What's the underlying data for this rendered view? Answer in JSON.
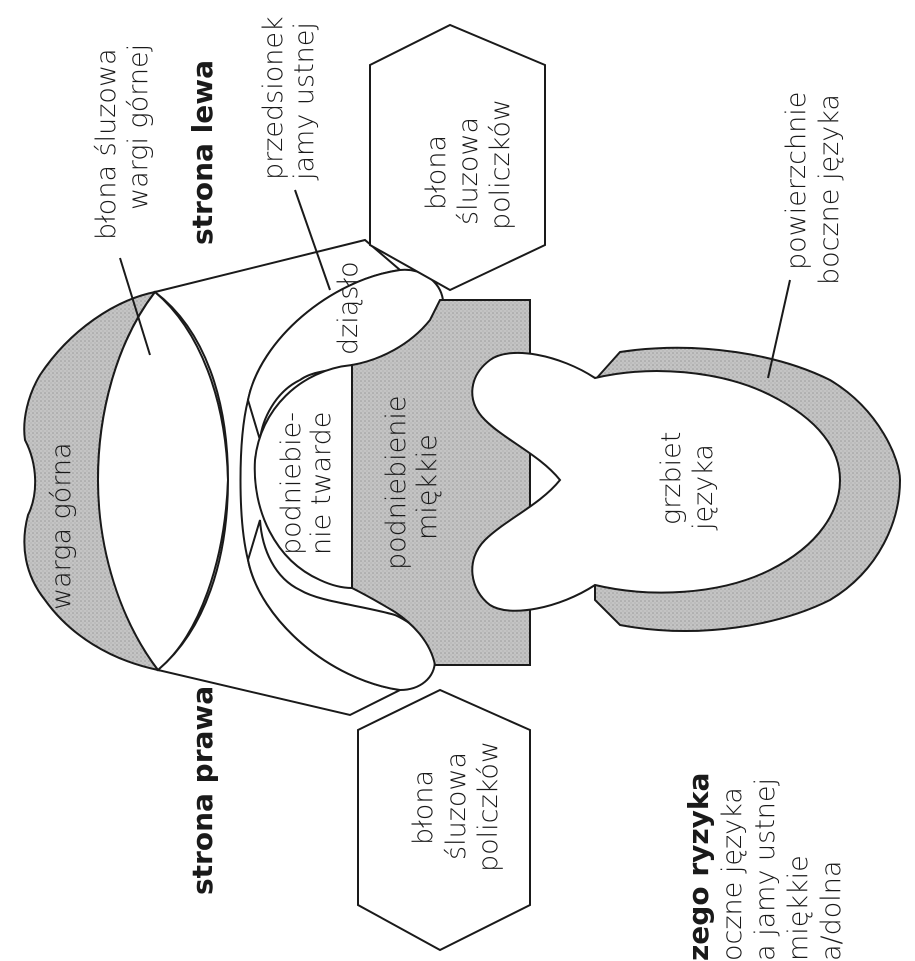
{
  "labels": {
    "warga_gorna": "warga górna",
    "blona_sluzowa_wargi": [
      "błona śluzowa",
      "wargi górnej"
    ],
    "strona_lewa": "strona lewa",
    "przedsionek": [
      "przedsionek",
      "jamy ustnej"
    ],
    "dziaslo": "dziąsło",
    "podniebienie_twarde": [
      "podniebie-",
      "nie twarde"
    ],
    "podniebienie_miekkie": [
      "podniebienie",
      "miękkie"
    ],
    "blona_policzkow_top": [
      "błona",
      "śluzowa",
      "policzków"
    ],
    "blona_policzkow_bottom": [
      "błona",
      "śluzowa",
      "policzków"
    ],
    "powierzchnie_boczne": [
      "powierzchnie",
      "boczne języka"
    ],
    "grzbiet_jezyka": [
      "grzbiet",
      "języka"
    ],
    "strona_prawa": "strona prawa",
    "legend_partial": [
      "zego ryzyka",
      "oczne języka",
      "a jamy ustnej",
      "miękkie",
      "a/dolna"
    ]
  },
  "colors": {
    "shade": "#bdbdbd",
    "outline": "#1a1a1a"
  }
}
